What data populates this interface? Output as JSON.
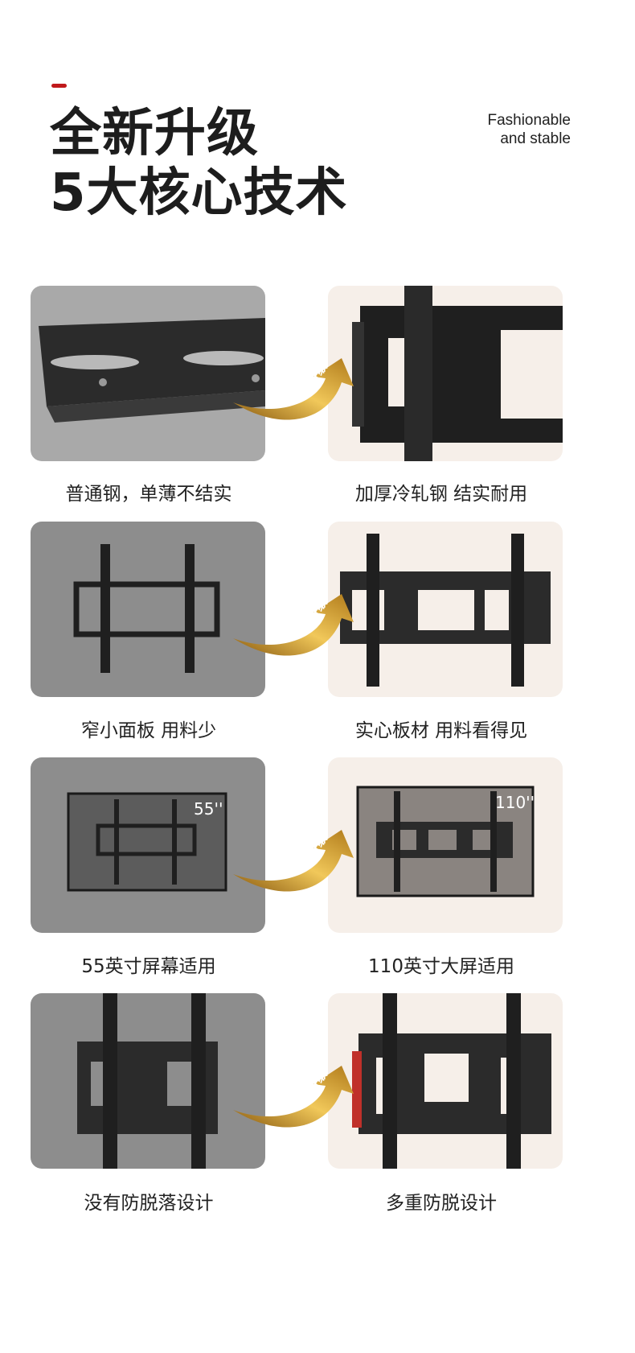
{
  "header": {
    "title_line1": "全新升级",
    "title_line2": "5大核心技术",
    "tagline_line1": "Fashionable",
    "tagline_line2": "and stable",
    "accent_color": "#c0191b"
  },
  "badge_text": "新升级",
  "rows": [
    {
      "left_caption": "普通钢，单薄不结实",
      "right_caption": "加厚冷轧钢 结实耐用"
    },
    {
      "left_caption": "窄小面板 用料少",
      "right_caption": "实心板材 用料看得见"
    },
    {
      "left_caption": "55英寸屏幕适用",
      "right_caption": "110英寸大屏适用",
      "left_size": "55''",
      "right_size": "110''"
    },
    {
      "left_caption": "没有防脱落设计",
      "right_caption": "多重防脱设计"
    }
  ]
}
